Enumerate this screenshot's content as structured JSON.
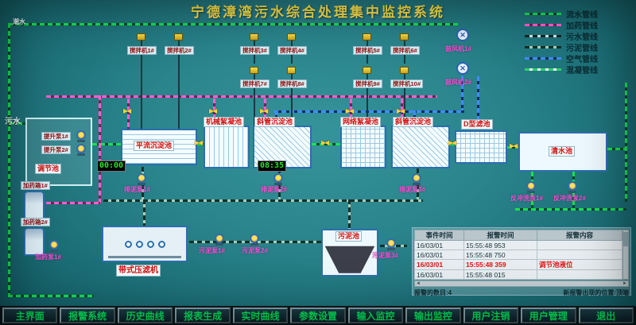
{
  "title": "宁德漳湾污水综合处理集中监控系统",
  "legend": {
    "items": [
      "流水管线",
      "加药管线",
      "污水管线",
      "污泥管线",
      "空气管线",
      "混凝管线"
    ]
  },
  "misc": {
    "tide": "潮水",
    "sewage": "污水"
  },
  "mixers": [
    "搅拌机1#",
    "搅拌机2#",
    "搅拌机3#",
    "搅拌机4#",
    "搅拌机5#",
    "搅拌机6#",
    "搅拌机7#",
    "搅拌机8#",
    "搅拌机9#",
    "搅拌机10#"
  ],
  "blowers": [
    "鼓风机1#",
    "鼓风机2#"
  ],
  "tanks": {
    "tiaojie": "调节池",
    "pingliu": "平流沉淀池",
    "jixie": "机械絮凝池",
    "xieguan1": "斜管沉淀池",
    "wangge": "网络絮凝池",
    "xieguan2": "斜管沉淀池",
    "dxing": "D型滤池",
    "qingshui": "清水池",
    "wunichi": "污泥池",
    "yalvji": "带式压滤机"
  },
  "vessels": [
    "加药箱1#",
    "加药箱2#"
  ],
  "pumps": {
    "tisheng1": "提升泵1#",
    "tisheng2": "提升泵2#",
    "paini1": "排泥泵1#",
    "paini2": "排泥泵2#",
    "paini3": "排泥泵3#",
    "wunibeng1": "污泥泵1#",
    "wunibeng2": "污泥泵2#",
    "wunibeng3": "污泥泵3#",
    "fanchong1": "反冲洗泵1#",
    "fanchong2": "反冲洗泵2#",
    "jiayao": "加药泵1#"
  },
  "timers": {
    "left": "00:00",
    "right": "08:35"
  },
  "alarms": {
    "headers": [
      "事件时间",
      "报警时间",
      "报警内容"
    ],
    "rows": [
      {
        "date": "16/03/01",
        "time": "15:55:48 953",
        "content": ""
      },
      {
        "date": "16/03/01",
        "time": "15:55:48 750",
        "content": ""
      },
      {
        "date": "16/03/01",
        "time": "15:55:48 359",
        "content": "调节池液位"
      },
      {
        "date": "16/03/01",
        "time": "15:55:48 015",
        "content": ""
      }
    ],
    "highlight_row": 2,
    "footer_count": "报警的数目:4",
    "footer_pos": "新报警出现的位置:顶端"
  },
  "nav": {
    "buttons": [
      "主界面",
      "报警系统",
      "历史曲线",
      "报表生成",
      "实时曲线",
      "参数设置",
      "输入监控",
      "输出监控",
      "用户注销",
      "用户管理",
      "退出"
    ]
  },
  "icons": {
    "valve": "▶◀",
    "fan": "✕",
    "scroll_left": "◄",
    "scroll_right": "►"
  },
  "colors": {
    "title": "#ffe34d",
    "nav_text": "#00e65c",
    "pipe_flow": "#1ae24e",
    "pipe_dose": "#ff5fd0",
    "pipe_air": "#3f8cff",
    "alarm_red": "#e01212"
  }
}
